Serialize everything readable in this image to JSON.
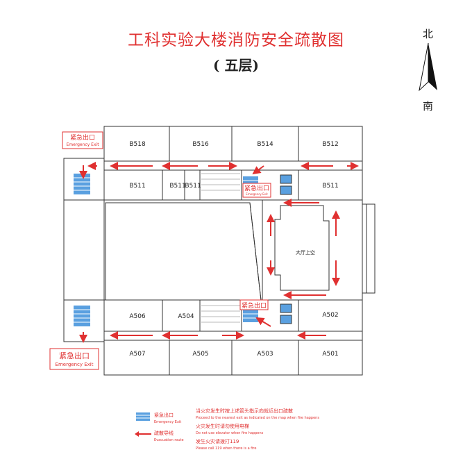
{
  "title": "工科实验大楼消防安全疏散图",
  "subtitle": "( 五层)",
  "compass": {
    "north": "北",
    "south": "南"
  },
  "rooms": {
    "b518": "B518",
    "b516": "B516",
    "b514": "B514",
    "b512": "B512",
    "b511_left": "B511",
    "b511_mid1": "B511",
    "b511_mid2": "B511",
    "b511_right": "B511",
    "a506": "A506",
    "a504": "A504",
    "a502": "A502",
    "a507": "A507",
    "a505": "A505",
    "a503": "A503",
    "a501": "A501",
    "atrium": "大厅上空"
  },
  "exits": {
    "top_left_cn": "紧急出口",
    "top_left_en": "Emergency Exit",
    "center_top_cn": "紧急出口",
    "center_top_en": "Emergency Exit",
    "center_bottom_cn": "紧急出口",
    "bottom_left_cn": "紧急出口",
    "bottom_left_en": "Emergency Exit"
  },
  "legend": {
    "exit_cn": "紧急出口",
    "exit_en": "Emergency Exit",
    "route_cn": "疏散导线",
    "route_en": "Evacuation route"
  },
  "notes": {
    "n1_cn": "当火灾发生时按上述箭头指示向就近出口疏散",
    "n1_en": "Proceed to the nearest exit as indicated on the map when fire happens",
    "n2_cn": "火灾发生时请勿使用电梯",
    "n2_en": "Do not use elevator when fire happens",
    "n3_cn": "发生火灾请拨打119",
    "n3_en": "Please call 119 when there is a fire"
  },
  "colors": {
    "route": "#e03030",
    "stair": "#5aa0e0",
    "wall": "#333333"
  }
}
